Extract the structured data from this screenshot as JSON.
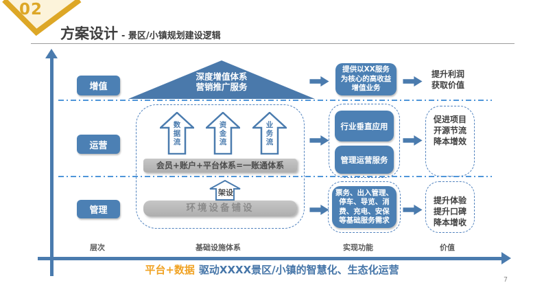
{
  "colors": {
    "primary_blue": "#4a7bae",
    "box_blue": "#4c80b4",
    "dotted_border_blue": "#4f81bd",
    "dash_line_blue": "#4e95d9",
    "gold": "#dda726",
    "caption_orange": "#f0a325",
    "caption_blue": "#4575a8",
    "gray_bar": "#b9b9b9"
  },
  "header": {
    "badge_number": "02",
    "title": "方案设计",
    "subtitle": "- 景区/小镇规划建设逻辑"
  },
  "rows": [
    {
      "label": "增值"
    },
    {
      "label": "运营"
    },
    {
      "label": "管理"
    }
  ],
  "pyramid": {
    "lines": [
      "深度增值体系",
      "营销推广服务"
    ]
  },
  "flow_arrows": [
    {
      "label": "数据流"
    },
    {
      "label": "资金流"
    },
    {
      "label": "业务流"
    }
  ],
  "platform_bar": {
    "label": "会员+账户+平台体系=一账通体系"
  },
  "build_arrow": {
    "label": "架设"
  },
  "env_bar": {
    "label": "环境设备铺设"
  },
  "function_column": {
    "value_add_box": {
      "lines": [
        "提供以XX服务",
        "为核心的高收益",
        "增值业务"
      ]
    },
    "ops_boxes": [
      {
        "label": "行业垂直应用"
      },
      {
        "label": "管理运营服务"
      }
    ],
    "mgmt_box": {
      "lines": [
        "票务、出入管理、",
        "停车、导览、消",
        "费、充电、安保",
        "等基础服务需求"
      ]
    }
  },
  "value_column": {
    "profit": {
      "lines": [
        "提升利润",
        "获取价值"
      ]
    },
    "project": {
      "lines": [
        "促进项目",
        "开源节流",
        "降本增效"
      ]
    },
    "experience": {
      "lines": [
        "提升体验",
        "提升口碑",
        "降本增收"
      ]
    }
  },
  "axis": {
    "labels": [
      "层次",
      "基础设施体系",
      "实现功能",
      "价值"
    ]
  },
  "caption": {
    "highlight": "平台+数据",
    "rest": "驱动XXXX景区/小镇的智慧化、生态化运营"
  },
  "page_number": "7"
}
